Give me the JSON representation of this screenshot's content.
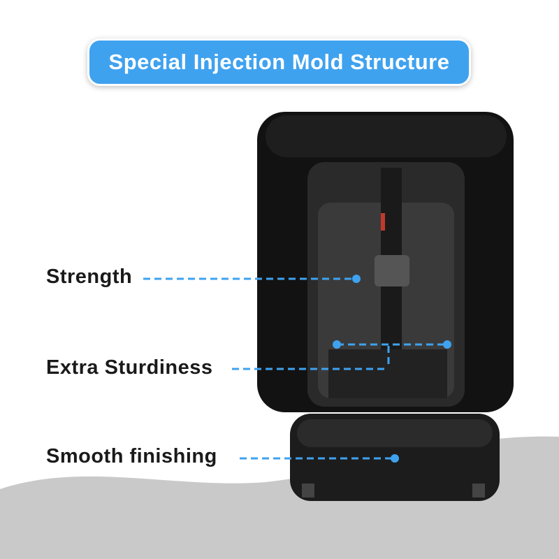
{
  "title": "Special Injection Mold Structure",
  "features": [
    {
      "label": "Strength"
    },
    {
      "label": "Extra Sturdiness"
    },
    {
      "label": "Smooth finishing"
    }
  ],
  "colors": {
    "accent": "#3fa2ef",
    "ground": "#c9c9c9",
    "seat": "#121212"
  }
}
